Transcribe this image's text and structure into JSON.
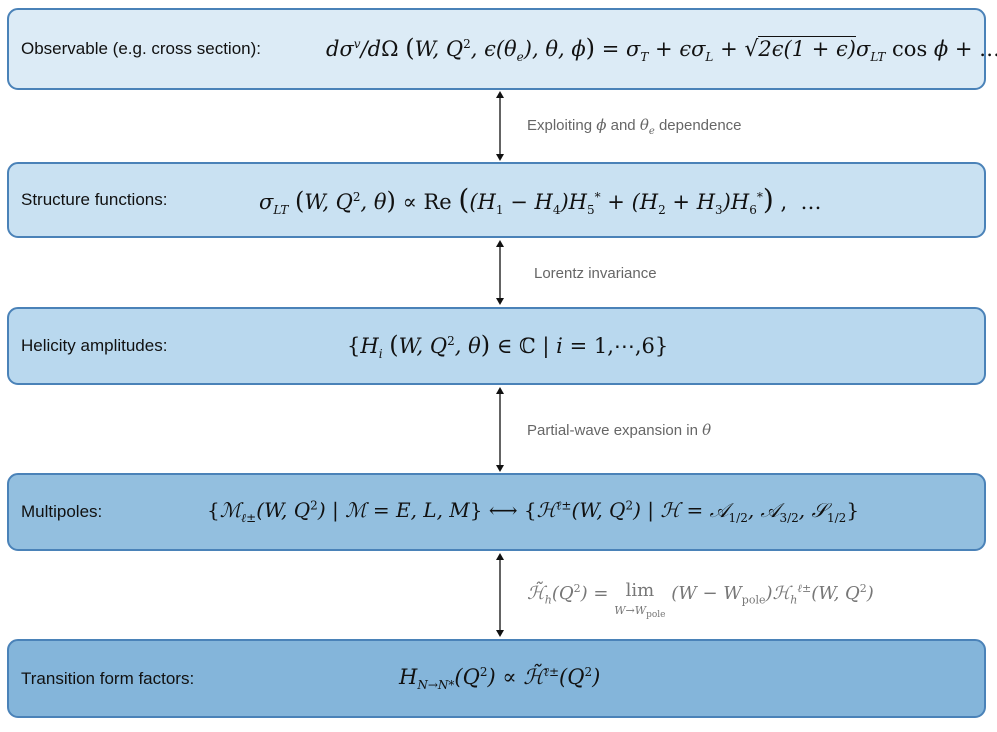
{
  "colors": {
    "box1_fill": "#dcebf6",
    "box2_fill": "#c9e1f2",
    "box3_fill": "#b9d8ee",
    "box4_fill": "#93bfdf",
    "box5_fill": "#84b5da",
    "border": "#4a82b8"
  },
  "boxes": [
    {
      "label": "Observable (e.g. cross section):",
      "formula": "dσ^v/dΩ (W, Q², ϵ(θ_e), θ, ϕ) = σ_T + ϵσ_L + √(2ϵ(1 + ϵ)) σ_LT cos ϕ + …"
    },
    {
      "label": "Structure functions:",
      "formula": "σ_LT (W, Q², θ) ∝ Re ((H₁ − H₄)H₅* + (H₂ + H₃)H₆*) ,  …"
    },
    {
      "label": "Helicity amplitudes:",
      "formula": "{H_i (W, Q², θ) ∈ ℂ | i = 1,⋯,6}"
    },
    {
      "label": "Multipoles:",
      "formula": "{ℳ_ℓ±(W, Q²) | ℳ = E, L, M} ⟷ {ℋ^ℓ±(W, Q²) | ℋ = 𝒜_1/2, 𝒜_3/2, 𝒮_1/2}"
    },
    {
      "label": "Transition form factors:",
      "formula": "H_N→N*(Q²) ∝ ℋ̃^ℓ±(Q²)"
    }
  ],
  "transitions": [
    {
      "note": "Exploiting ϕ and θ_e dependence"
    },
    {
      "note": "Lorentz invariance"
    },
    {
      "note": "Partial-wave expansion in θ"
    },
    {
      "note": "ℋ̃_h(Q²) = lim_{W→W_pole} (W − W_pole) ℋ_h^ℓ±(W, Q²)"
    }
  ]
}
